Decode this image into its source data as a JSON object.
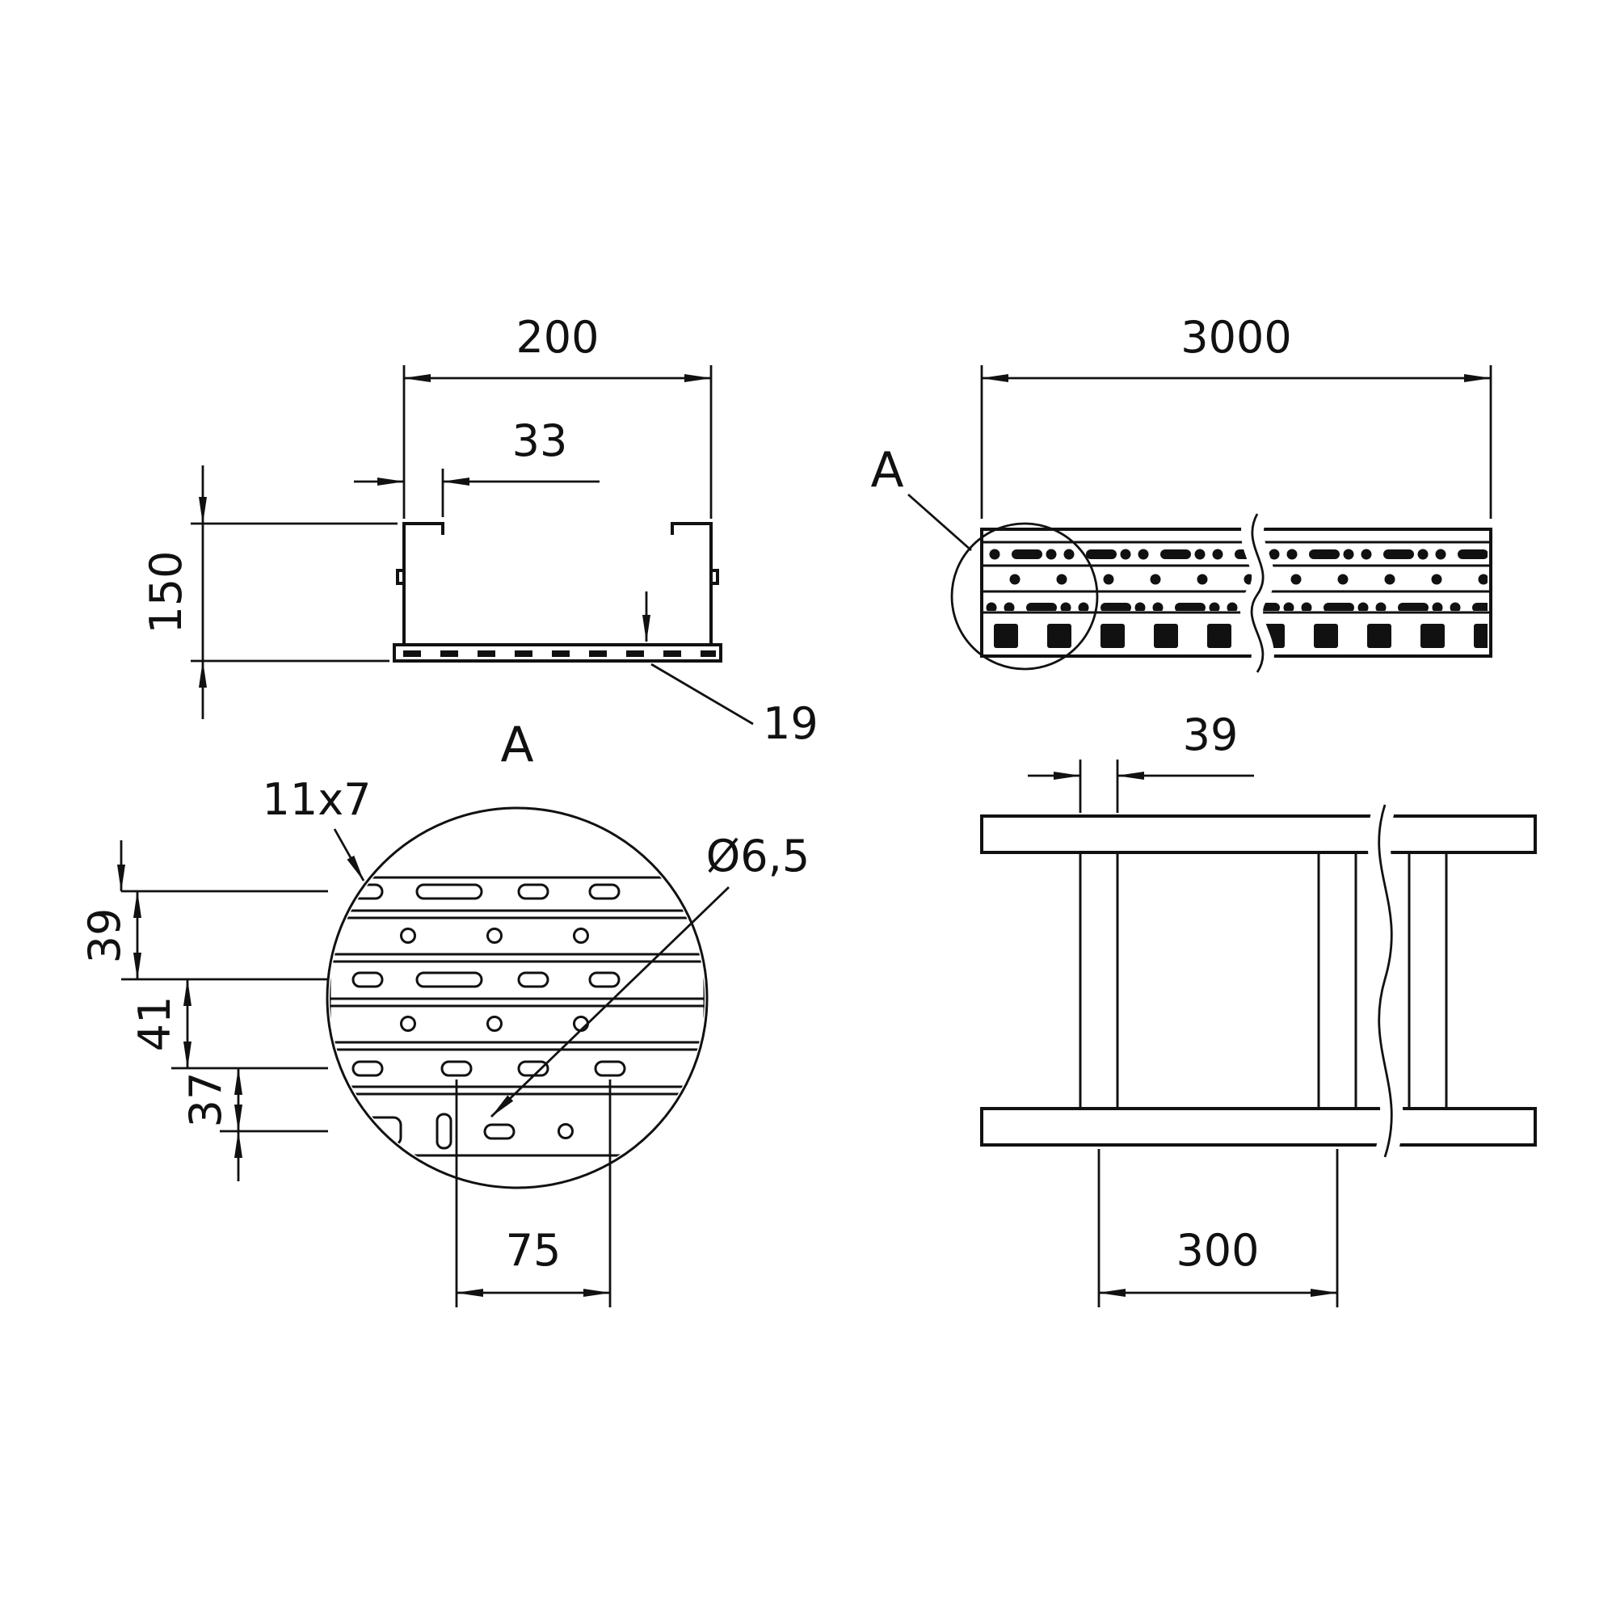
{
  "drawing_type": "technical-dimension-drawing",
  "colors": {
    "line": "#111111",
    "background": "#ffffff"
  },
  "views": {
    "cross_section": {
      "dim_width": "200",
      "dim_lip": "33",
      "dim_height": "150",
      "dim_bottom": "19"
    },
    "side_view": {
      "dim_length": "3000",
      "detail_label": "A"
    },
    "detail_view": {
      "title": "A",
      "dim_slot": "11x7",
      "dim_pitch_1": "39",
      "dim_pitch_2": "41",
      "dim_pitch_3": "37",
      "dim_hole": "Ø6,5",
      "dim_slot_spacing": "75"
    },
    "plan_view": {
      "dim_rung_width": "39",
      "dim_spacing": "300"
    }
  }
}
